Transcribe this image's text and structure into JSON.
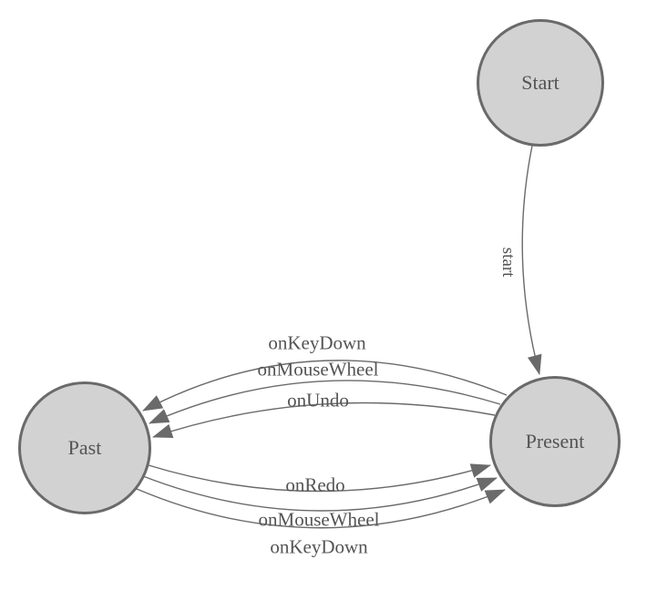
{
  "diagram": {
    "kind": "state-machine",
    "colors": {
      "background": "#ffffff",
      "node_fill": "#d2d2d2",
      "node_border": "#6a6a6a",
      "edge_stroke": "#6a6a6a",
      "arrowhead_fill": "#6a6a6a",
      "label_text": "#535456"
    },
    "nodes": [
      {
        "id": "start",
        "label": "Start"
      },
      {
        "id": "present",
        "label": "Present"
      },
      {
        "id": "past",
        "label": "Past"
      }
    ],
    "edges": [
      {
        "from": "Start",
        "to": "Present",
        "label": "start"
      },
      {
        "from": "Present",
        "to": "Past",
        "label": "onKeyDown"
      },
      {
        "from": "Present",
        "to": "Past",
        "label": "onMouseWheel"
      },
      {
        "from": "Present",
        "to": "Past",
        "label": "onUndo"
      },
      {
        "from": "Past",
        "to": "Present",
        "label": "onRedo"
      },
      {
        "from": "Past",
        "to": "Present",
        "label": "onMouseWheel"
      },
      {
        "from": "Past",
        "to": "Present",
        "label": "onKeyDown"
      }
    ]
  }
}
